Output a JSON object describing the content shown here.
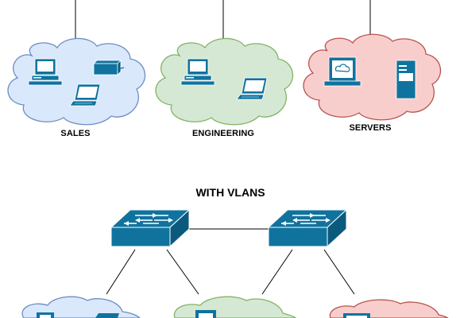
{
  "top_groups": [
    {
      "label": "SALES",
      "fill": "#dae8fc",
      "stroke": "#6c8ebf"
    },
    {
      "label": "ENGINEERING",
      "fill": "#d5e8d4",
      "stroke": "#82b366"
    },
    {
      "label": "SERVERS",
      "fill": "#f8cecc",
      "stroke": "#b85450"
    }
  ],
  "section_heading": "WITH VLANS",
  "colors": {
    "switch_top": "#10739e",
    "switch_side": "#0b5a7d",
    "line": "#000000",
    "device_body": "#10739e"
  },
  "icons": [
    "desktop-computer-icon",
    "laptop-icon",
    "printer-icon",
    "server-tower-icon",
    "network-switch-icon"
  ]
}
